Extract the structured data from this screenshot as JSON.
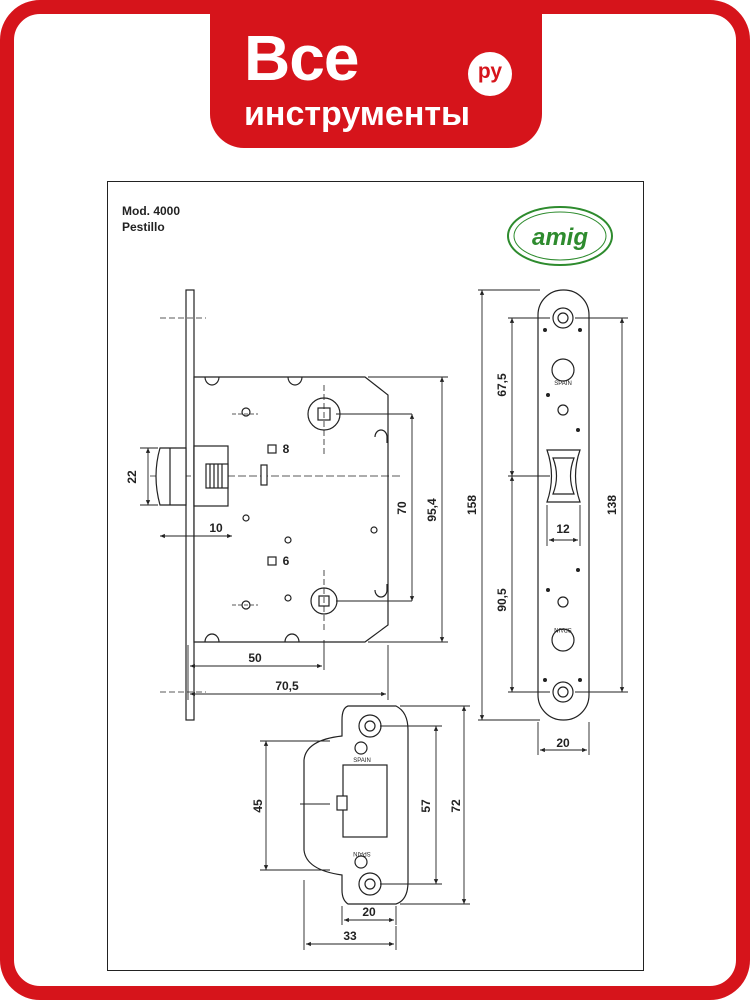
{
  "brand": {
    "main": "Все",
    "sub": "инструменты",
    "domain": "ру",
    "color": "#d6141b"
  },
  "model": {
    "line1": "Mod. 4000",
    "line2": "Pestillo"
  },
  "logo": {
    "text": "amig",
    "color": "#2e8b2e"
  },
  "faceplate_marks": {
    "stamp": "SPAIN"
  },
  "dimensions": {
    "latch_width": "22",
    "backset_offset": "10",
    "spindle_square": "8",
    "lower_square": "6",
    "spacing": "70",
    "case_height": "95,4",
    "overall_height": "158",
    "backset": "50",
    "case_depth": "70,5",
    "upper_offset": "67,5",
    "lower_offset": "90,5",
    "hole_spacing": "138",
    "slot_width": "12",
    "plate_width": "20",
    "strike_opening": "45",
    "strike_inner": "57",
    "strike_height": "72",
    "strike_width": "20",
    "strike_total": "33"
  }
}
